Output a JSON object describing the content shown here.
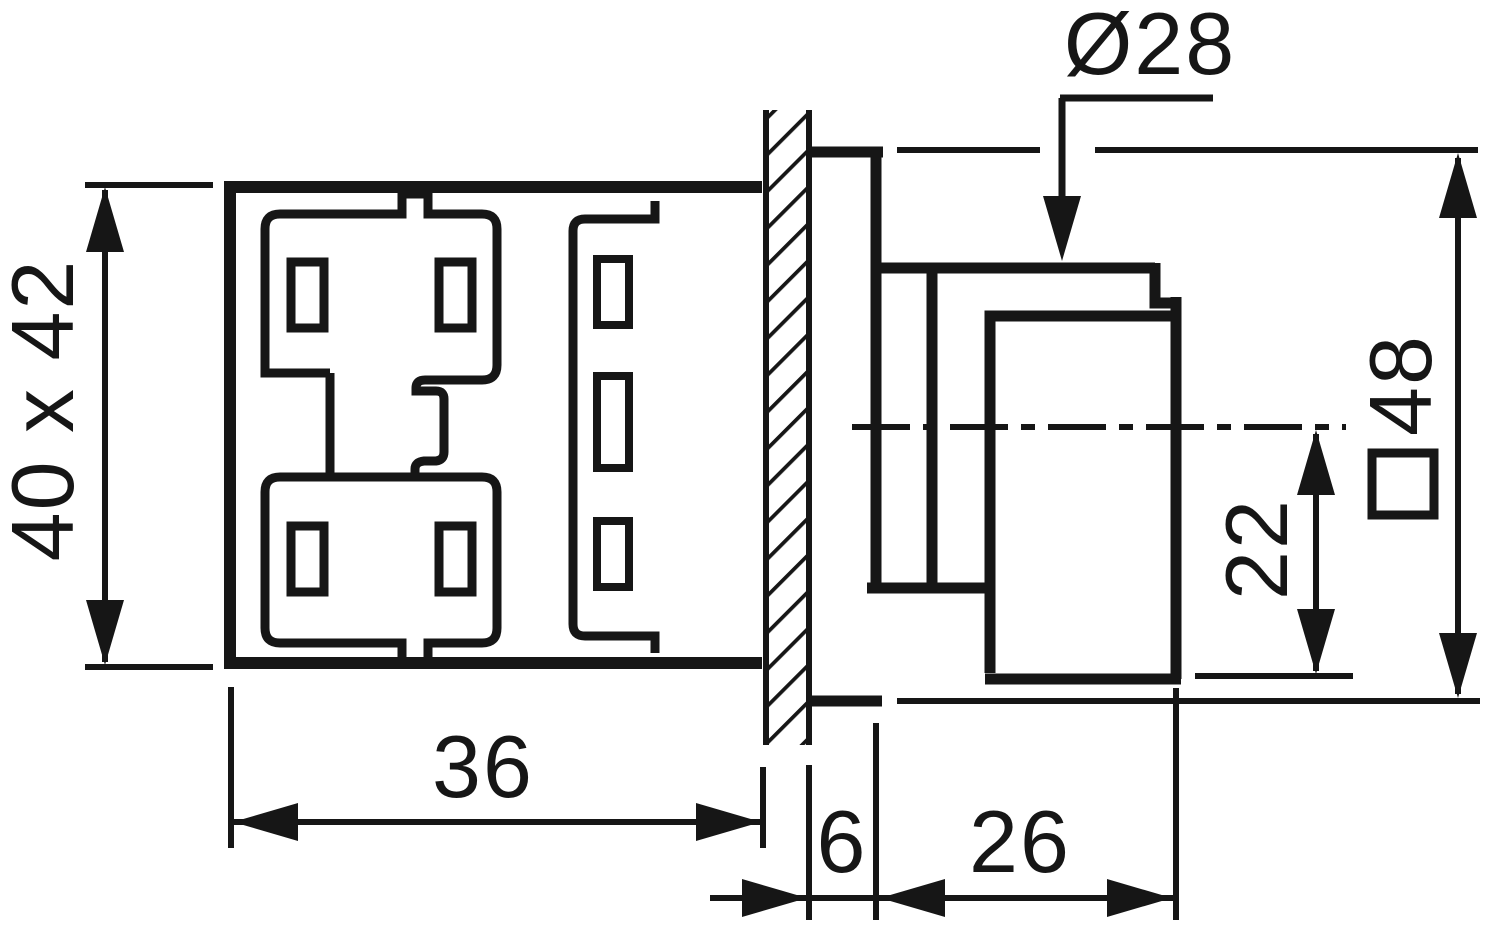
{
  "drawing": {
    "type": "technical-dimension-drawing",
    "subject": "panel-mounted control switch, side installation view",
    "colors": {
      "background": "#ffffff",
      "line": "#161616"
    },
    "dimensions": {
      "diameter": {
        "label": "Ø28"
      },
      "rear_block_face": {
        "label": "40 x 42"
      },
      "rear_block_depth": {
        "label": "36"
      },
      "bezel_thickness": {
        "label": "6"
      },
      "front_projection": {
        "label": "26"
      },
      "handle_offset": {
        "label": "22"
      },
      "bezel_square": {
        "label": "48",
        "symbol": "□"
      }
    }
  }
}
